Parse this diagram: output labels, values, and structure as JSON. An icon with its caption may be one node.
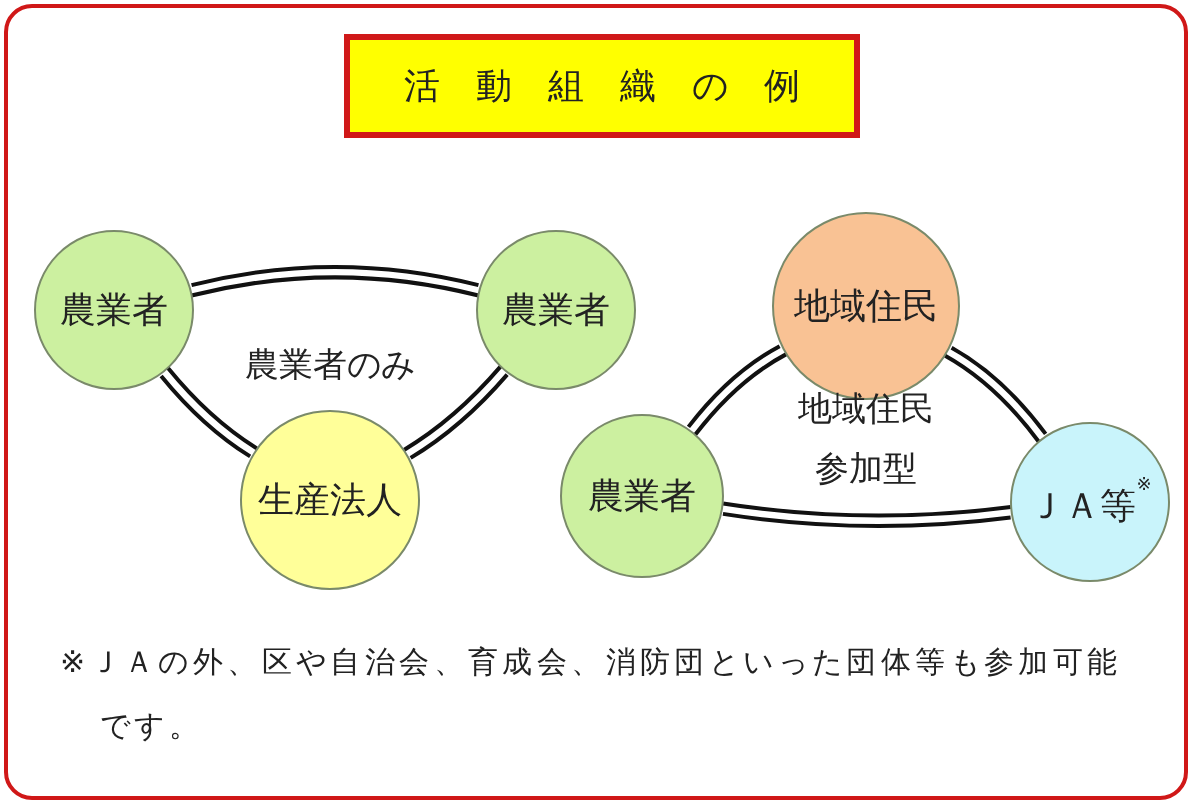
{
  "diagram": {
    "title": "活　動　組　織　の　例",
    "nodes": [
      {
        "text": [
          "農業者"
        ]
      },
      {
        "text": [
          "農業者"
        ]
      },
      {
        "text": [
          "生産法人"
        ]
      },
      {
        "text": [
          "地域住民"
        ]
      },
      {
        "text": [
          "農業者"
        ]
      },
      {
        "text": [
          "ＪＡ等$^{※}$"
        ]
      }
    ],
    "edges": [
      {
        "from": 0,
        "to": 1,
        "arrow": "none"
      },
      {
        "from": 0,
        "to": 2,
        "arrow": "none"
      },
      {
        "from": 1,
        "to": 2,
        "arrow": "none"
      },
      {
        "from": 3,
        "to": 4,
        "arrow": "none"
      },
      {
        "from": 3,
        "to": 5,
        "arrow": "none"
      },
      {
        "from": 4,
        "to": 5,
        "arrow": "none"
      }
    ],
    "labels": [
      "農業者のみ",
      "地域住民参加型"
    ],
    "caption": "※ＪＡの外、区や自治会、育成会、消防団といった団体等も参加可能です。"
  }
}
